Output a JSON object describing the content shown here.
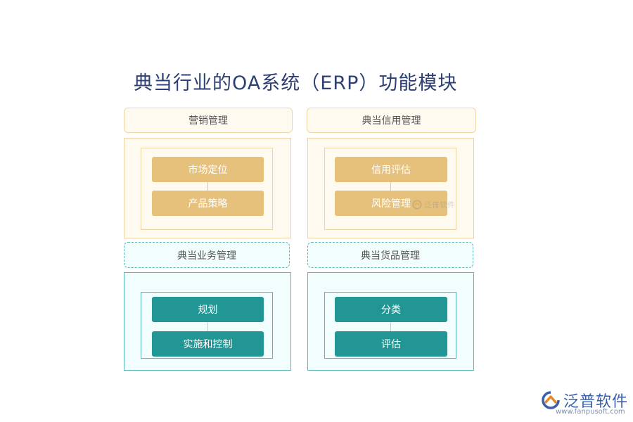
{
  "title": "典当行业的OA系统（ERP）功能模块",
  "modules": [
    {
      "header": "营销管理",
      "items": [
        "市场定位",
        "产品策略"
      ]
    },
    {
      "header": "典当信用管理",
      "items": [
        "信用评估",
        "风险管理"
      ]
    },
    {
      "header": "典当业务管理",
      "items": [
        "规划",
        "实施和控制"
      ]
    },
    {
      "header": "典当货品管理",
      "items": [
        "分类",
        "评估"
      ]
    }
  ],
  "watermark": {
    "text": "泛普软件"
  },
  "brand": {
    "name": "泛普软件",
    "url": "www.fanpusoft.com",
    "icon": "fanpu-logo-icon"
  },
  "colors": {
    "warm_fill": "#e6c17c",
    "warm_border": "#efd3a2",
    "cool_fill": "#229694",
    "cool_border": "#5cb8b3",
    "title": "#2d3f73"
  }
}
